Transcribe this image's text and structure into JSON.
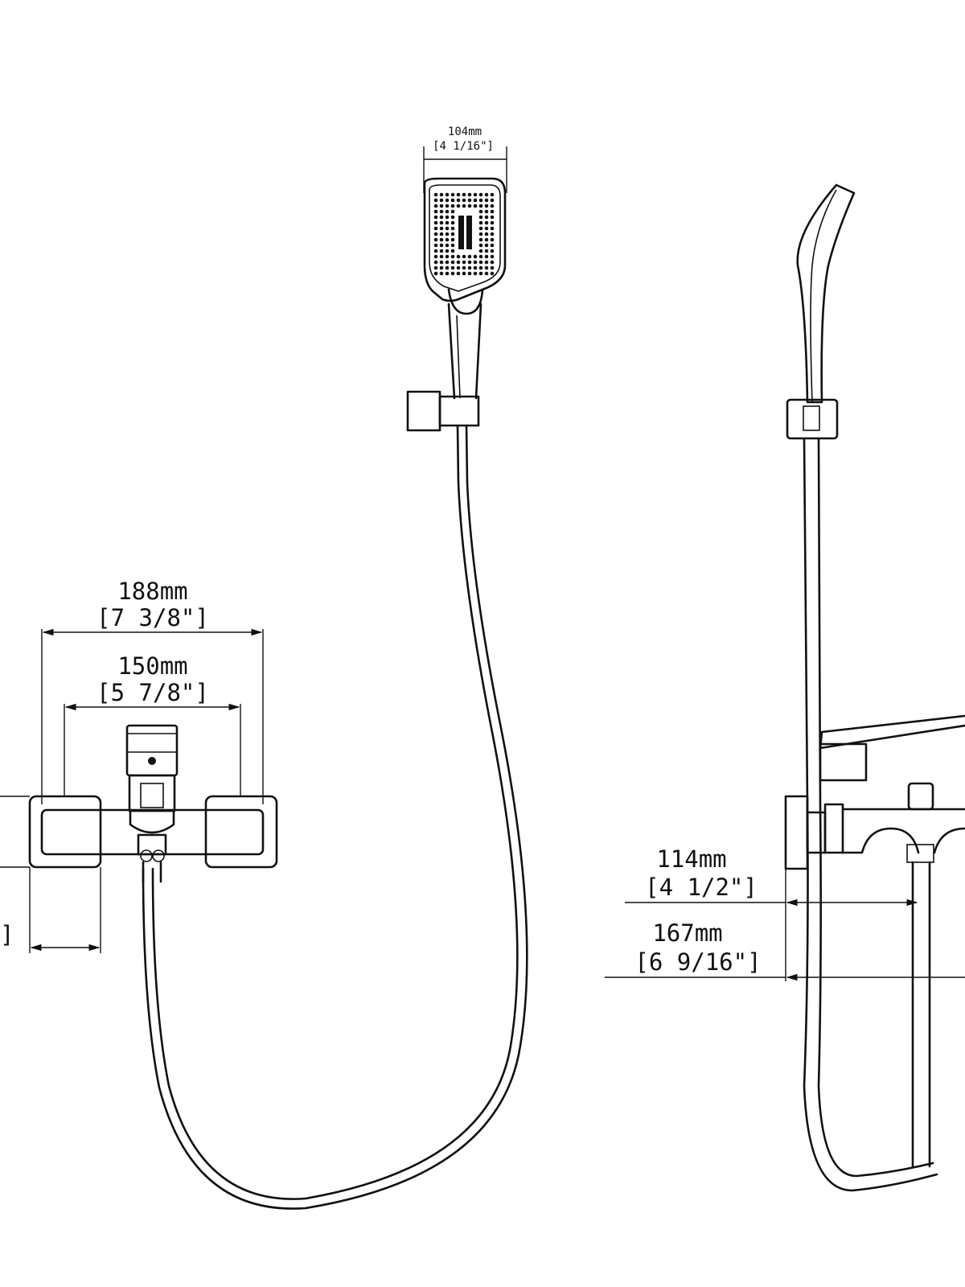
{
  "drawing": {
    "handshower_width": {
      "mm": "104mm",
      "inch": "[4 1/16\"]"
    },
    "overall_width": {
      "mm": "188mm",
      "inch": "[7 3/8\"]"
    },
    "center_distance": {
      "mm": "150mm",
      "inch": "[5 7/8\"]"
    },
    "left_cut_bracket": "]",
    "wall_to_outlet": {
      "mm": "114mm",
      "inch": "[4 1/2\"]"
    },
    "wall_to_spout": {
      "mm": "167mm",
      "inch": "[6 9/16\"]"
    },
    "line_color": "#111111",
    "background_color": "#ffffff"
  }
}
